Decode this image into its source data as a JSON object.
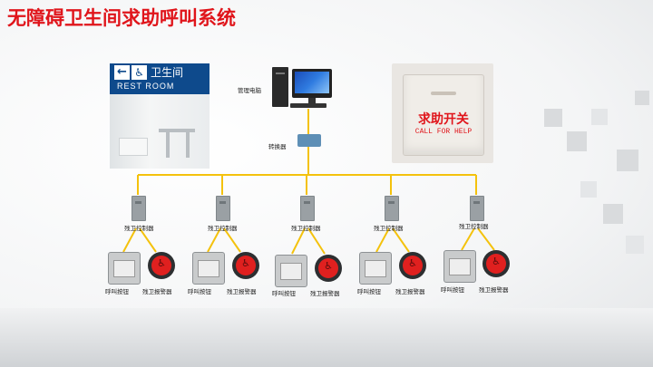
{
  "title": "无障碍卫生间求助呼叫系统",
  "sign": {
    "arrow_icon": "←",
    "wheelchair_icon": "♿",
    "zh": "卫生间",
    "en": "REST ROOM"
  },
  "pc_label": "管理电脑",
  "converter_label": "转换器",
  "help_switch": {
    "zh": "求助开关",
    "en": "CALL FOR HELP"
  },
  "groups": [
    {
      "controller": "残卫控制器",
      "call_button": "呼叫按钮",
      "alarm": "残卫报警器"
    },
    {
      "controller": "残卫控制器",
      "call_button": "呼叫按钮",
      "alarm": "残卫报警器"
    },
    {
      "controller": "残卫控制器",
      "call_button": "呼叫按钮",
      "alarm": "残卫报警器"
    },
    {
      "controller": "残卫控制器",
      "call_button": "呼叫按钮",
      "alarm": "残卫报警器"
    },
    {
      "controller": "残卫控制器",
      "call_button": "呼叫按钮",
      "alarm": "残卫报警器"
    }
  ],
  "colors": {
    "title": "#e0151b",
    "bus": "#f4c20d",
    "sign": "#0e4a8c",
    "alarm_red": "#e0201f"
  }
}
